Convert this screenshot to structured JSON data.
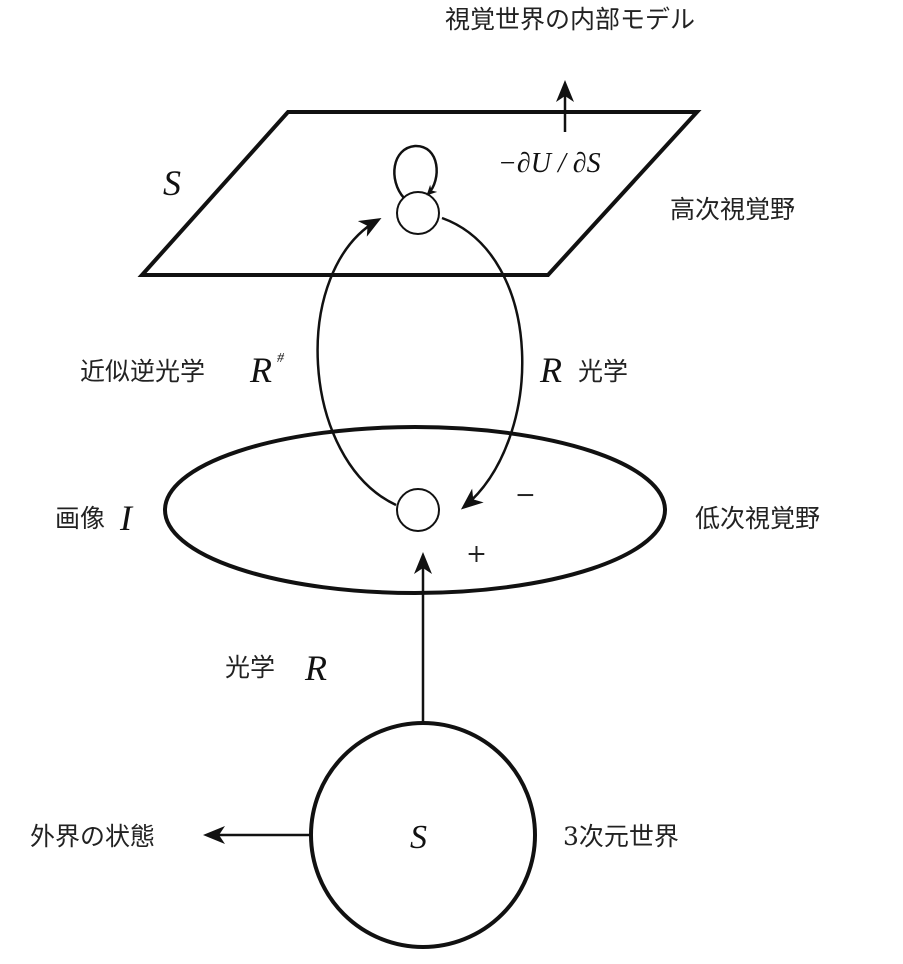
{
  "labels": {
    "internal_model": "視覚世界の内部モデル",
    "gradient": "−∂U / ∂S",
    "state_top": "S",
    "higher_visual": "高次視覚野",
    "approx_inverse": "近似逆光学",
    "r_sharp": "R",
    "sharp": "#",
    "optics_right_r": "R",
    "optics_right": "光学",
    "image": "画像",
    "image_symbol": "I",
    "lower_visual": "低次視覚野",
    "minus": "−",
    "plus": "+",
    "optics_bottom": "光学",
    "optics_bottom_r": "R",
    "state_bottom": "S",
    "world_3d": "3次元世界",
    "external_state": "外界の状態"
  }
}
